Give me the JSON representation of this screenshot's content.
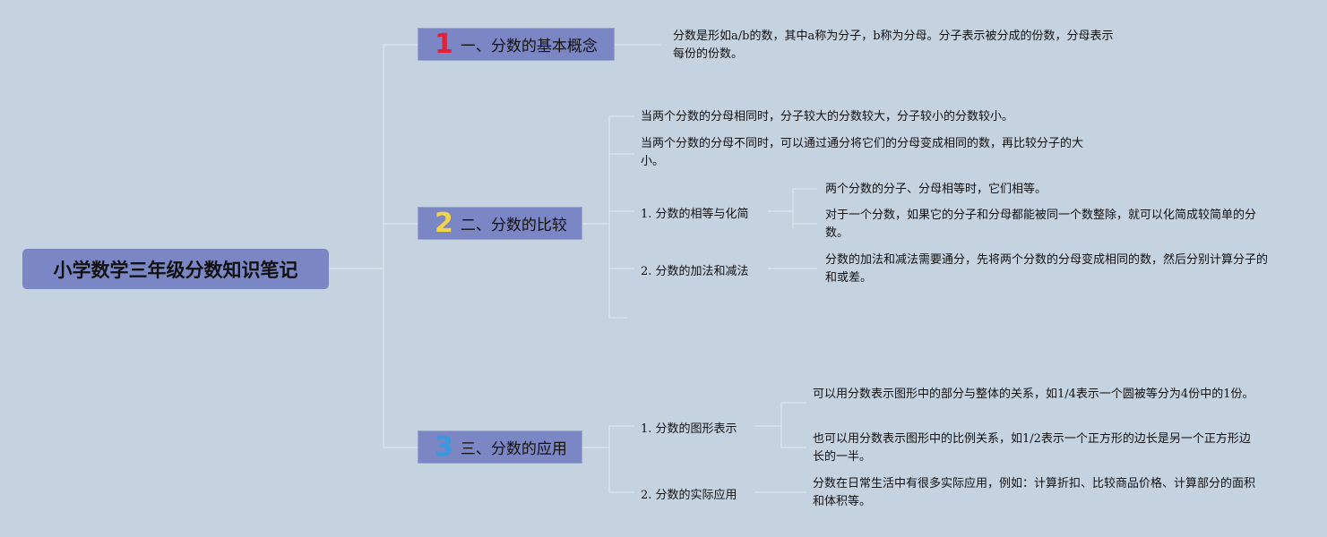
{
  "root": {
    "title": "小学数学三年级分数知识笔记"
  },
  "branches": [
    {
      "number": "1",
      "title": "一、分数的基本概念",
      "note": "分数是形如a/b的数，其中a称为分子，b称为分母。分子表示被分成的份数，分母表示每份的份数。"
    },
    {
      "number": "2",
      "title": "二、分数的比较",
      "notes": [
        "当两个分数的分母相同时，分子较大的分数较大，分子较小的分数较小。",
        "当两个分数的分母不同时，可以通过通分将它们的分母变成相同的数，再比较分子的大小。"
      ],
      "subs": [
        {
          "title": "1. 分数的相等与化简",
          "notes": [
            "两个分数的分子、分母相等时，它们相等。",
            "对于一个分数，如果它的分子和分母都能被同一个数整除，就可以化简成较简单的分数。"
          ]
        },
        {
          "title": "2. 分数的加法和减法",
          "notes": [
            "分数的加法和减法需要通分，先将两个分数的分母变成相同的数，然后分别计算分子的和或差。"
          ]
        }
      ]
    },
    {
      "number": "3",
      "title": "三、分数的应用",
      "subs": [
        {
          "title": "1. 分数的图形表示",
          "notes": [
            "可以用分数表示图形中的部分与整体的关系，如1/4表示一个圆被等分为4份中的1份。",
            "也可以用分数表示图形中的比例关系，如1/2表示一个正方形的边长是另一个正方形边长的一半。"
          ]
        },
        {
          "title": "2. 分数的实际应用",
          "notes": [
            "分数在日常生活中有很多实际应用，例如：计算折扣、比较商品价格、计算部分的面积和体积等。"
          ]
        }
      ]
    }
  ]
}
